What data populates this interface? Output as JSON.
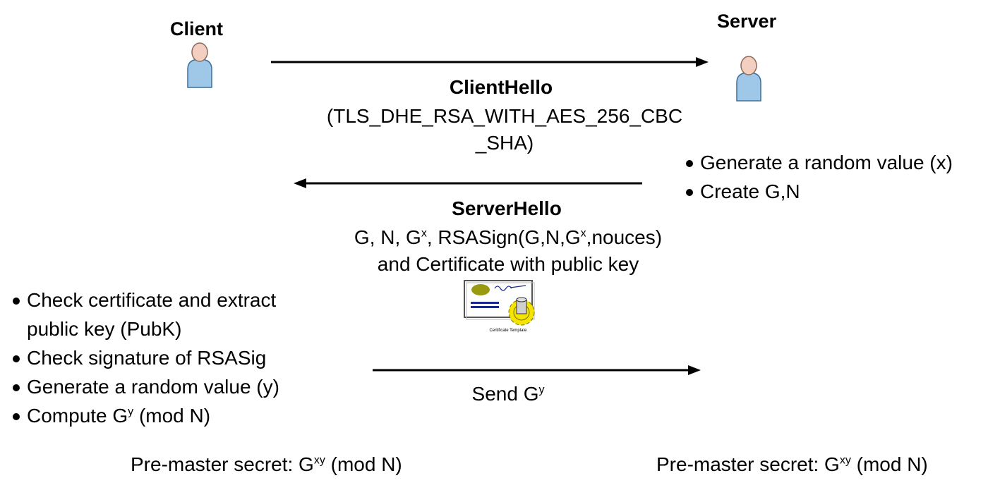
{
  "client": {
    "label": "Client",
    "icon": "person-icon"
  },
  "server": {
    "label": "Server",
    "icon": "person-icon"
  },
  "client_hello": {
    "title": "ClientHello",
    "line1": "(TLS_DHE_RSA_WITH_AES_256_CBC",
    "line2": "_SHA)"
  },
  "server_steps": [
    "Generate a random value (x)",
    "Create G,N"
  ],
  "server_hello": {
    "title": "ServerHello",
    "line1_a": "G, N, G",
    "line1_sup1": "x",
    "line1_b": ", RSASign(G,N,G",
    "line1_sup2": "x",
    "line1_c": ",nouces)",
    "line2": "and Certificate with public key",
    "certificate_caption": "Certificate Template",
    "certificate_icon": "certificate-icon"
  },
  "client_steps": [
    {
      "text": "Check certificate and extract"
    },
    {
      "text": "public key (PubK)",
      "continuation": true
    },
    {
      "text": "Check signature of RSASig"
    },
    {
      "text": "Generate a random value (y)"
    },
    {
      "text_a": "Compute G",
      "sup": "y",
      "text_b": " (mod N)"
    }
  ],
  "send": {
    "text": "Send G",
    "sup": "y"
  },
  "client_secret": {
    "text_a": "Pre-master secret: G",
    "sup": "xy",
    "text_b": " (mod N)"
  },
  "server_secret": {
    "text_a": "Pre-master secret: G",
    "sup": "xy",
    "text_b": " (mod N)"
  },
  "colors": {
    "person_fill": "#9fc8e8",
    "person_skin": "#f2cfc0",
    "gear": "#f5e400",
    "cert_oval": "#9a9a10",
    "cert_line": "#1a2a8c"
  }
}
